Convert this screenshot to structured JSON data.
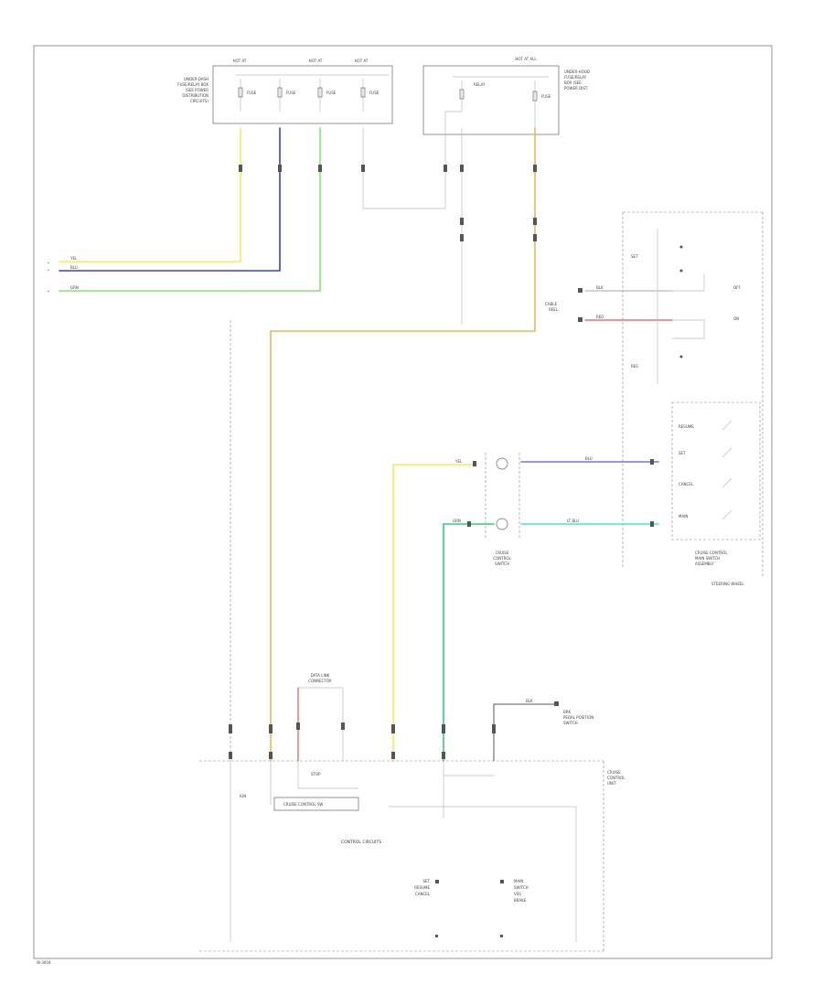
{
  "page": {
    "footer_code": "W-3004"
  },
  "fuse_box_left": {
    "side_label_lines": [
      "UNDER-DASH",
      "FUSE/RELAY BOX",
      "(SEE POWER",
      "DISTRIBUTION",
      "CIRCUITS)"
    ],
    "heads": [
      "HOT AT",
      "HOT AT",
      "HOT AT"
    ],
    "fuses": [
      "FUSE",
      "FUSE",
      "FUSE",
      "FUSE"
    ]
  },
  "fuse_box_right": {
    "head": "HOT AT ALL",
    "side_label_lines": [
      "UNDER-HOOD",
      "FUSE/RELAY",
      "BOX (SEE",
      "POWER DIST."
    ],
    "items": [
      "RELAY",
      "FUSE"
    ]
  },
  "left_wires": {
    "labels": [
      "YEL",
      "BLU",
      "GRN"
    ]
  },
  "steering": {
    "connector_label_lines": [
      "CABLE",
      "REEL"
    ],
    "wire_labels": [
      "BLK",
      "RED"
    ],
    "switch_labels": [
      "SET",
      "RES",
      "ON",
      "OFF"
    ],
    "caption": "STEERING WHEEL"
  },
  "indicator": {
    "wire_labels_in": [
      "YEL",
      "GRN"
    ],
    "wire_labels_out": [
      "BLU",
      "LT BLU"
    ],
    "label_lines": [
      "CRUISE",
      "CONTROL",
      "SWITCH"
    ]
  },
  "cc_switch": {
    "items": [
      "RESUME",
      "SET",
      "CANCEL",
      "MAIN"
    ],
    "label_lines": [
      "CRUISE CONTROL",
      "MAIN SWITCH",
      "ASSEMBLY"
    ]
  },
  "diode_connector": {
    "label_lines": [
      "DATA LINK",
      "CONNECTOR"
    ]
  },
  "ground": {
    "wire_label": "BLK",
    "label_lines": [
      "BRK",
      "PEDAL POSITION",
      "SWITCH"
    ]
  },
  "control_unit": {
    "side_label_lines": [
      "CRUISE",
      "CONTROL",
      "UNIT"
    ],
    "ign_label": "IGN",
    "stop_label": "STOP",
    "title": "CONTROL CIRCUITS",
    "inner_box": "CRUISE CONTROL SW",
    "left_stack": [
      "SET",
      "RESUME",
      "CANCEL"
    ],
    "right_stack": [
      "MAIN",
      "SWITCH",
      "VSS",
      "BRAKE"
    ]
  },
  "colors": {
    "yellow": "#f2ee55",
    "blue": "#3a3ae8",
    "green": "#86e470",
    "orange": "#e7b85a",
    "red": "#e65555",
    "violet": "#7070e8",
    "cyan": "#3fe6e0",
    "teal_green": "#2fd07a",
    "black": "#222222"
  }
}
